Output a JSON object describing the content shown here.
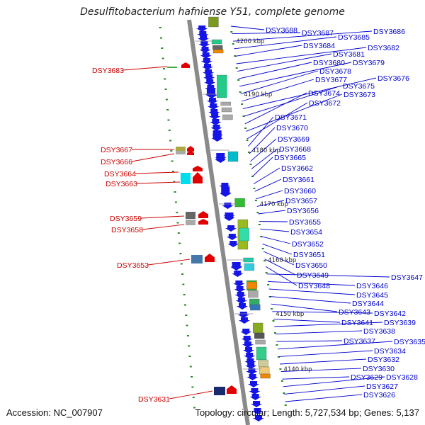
{
  "title": "Desulfitobacterium hafniense Y51, complete genome",
  "footer": {
    "accession": "Accession: NC_007907",
    "info": "Topology: circular; Length: 5,727,534 bp; Genes: 5,137"
  },
  "colors": {
    "forward_label": "#0000cc",
    "reverse_label": "#cc0000",
    "backbone": "#8a8a8a",
    "forward_gene": "#1515e8",
    "reverse_gene": "#e00000",
    "dot": "#2a8a2a"
  },
  "scale_marks": [
    "4200 kbp",
    "4190 kbp",
    "4180 kbp",
    "4170 kbp",
    "4160 kbp",
    "4150 kbp",
    "4140 kbp"
  ],
  "forward_labels": [
    "DSY3688",
    "DSY3687",
    "DSY3686",
    "DSY3685",
    "DSY3684",
    "DSY3682",
    "DSY3681",
    "DSY3680",
    "DSY3679",
    "DSY3678",
    "DSY3677",
    "DSY3676",
    "DSY3675",
    "DSY3674",
    "DSY3673",
    "DSY3672",
    "DSY3671",
    "DSY3670",
    "DSY3669",
    "DSY3668",
    "DSY3665",
    "DSY3662",
    "DSY3661",
    "DSY3660",
    "DSY3657",
    "DSY3656",
    "DSY3655",
    "DSY3654",
    "DSY3652",
    "DSY3651",
    "DSY3650",
    "DSY3649",
    "DSY3648",
    "DSY3647",
    "DSY3646",
    "DSY3645",
    "DSY3644",
    "DSY3643",
    "DSY3642",
    "DSY3641",
    "DSY3639",
    "DSY3638",
    "DSY3637",
    "DSY3635",
    "DSY3634",
    "DSY3632",
    "DSY3630",
    "DSY3629",
    "DSY3628",
    "DSY3627",
    "DSY3626"
  ],
  "reverse_labels": [
    "DSY3683",
    "DSY3667",
    "DSY3666",
    "DSY3664",
    "DSY3663",
    "DSY3659",
    "DSY3658",
    "DSY3653",
    "DSY3631"
  ]
}
